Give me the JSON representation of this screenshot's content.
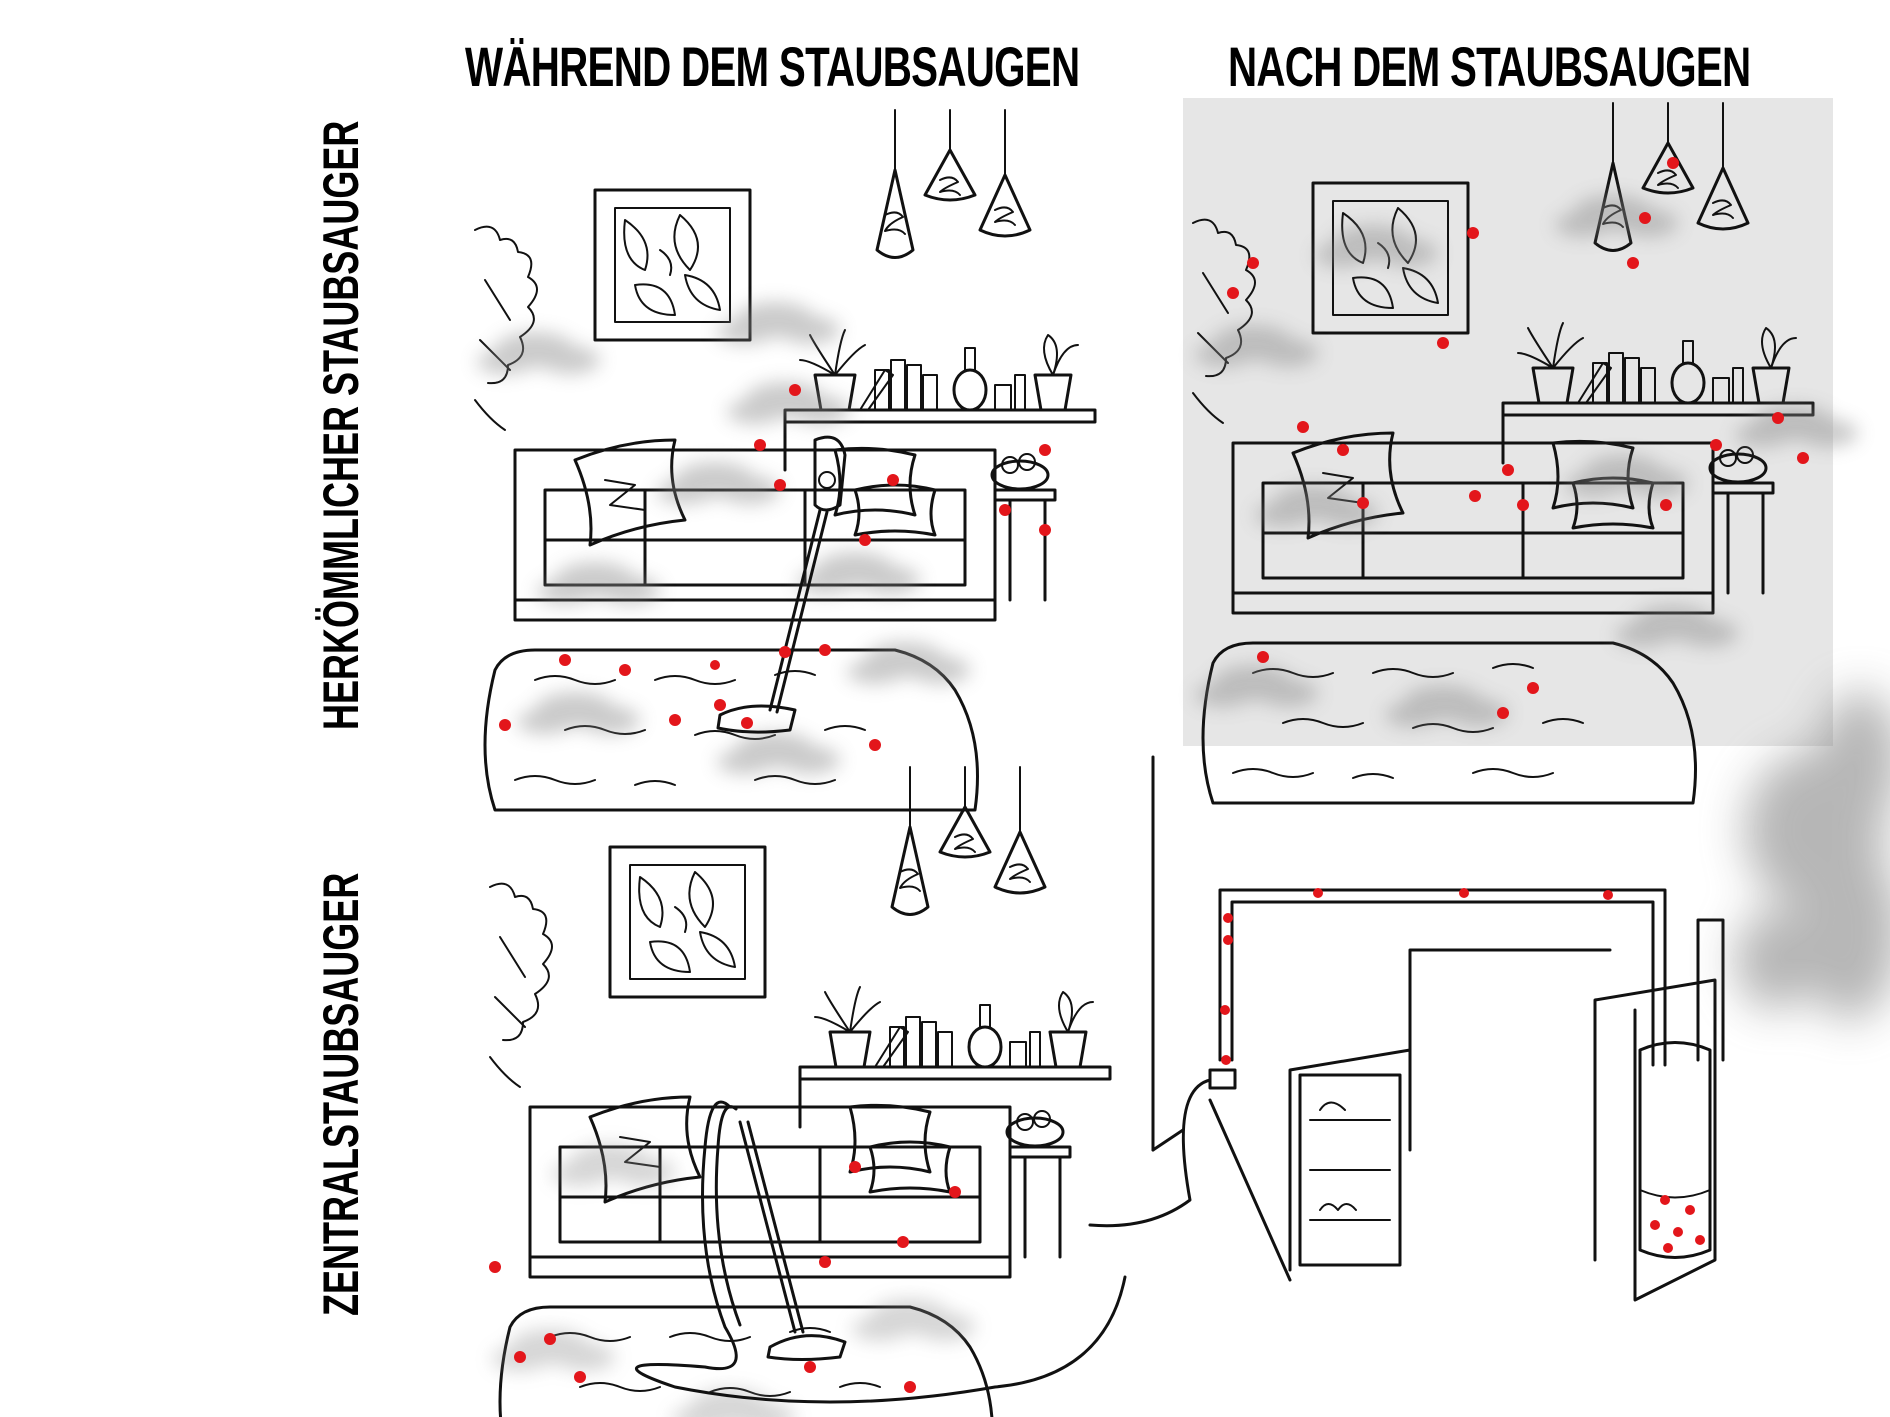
{
  "headers": {
    "during": "WÄHREND DEM STAUBSAUGEN",
    "after": "NACH DEM STAUBSAUGEN"
  },
  "row_labels": {
    "conventional": "HERKÖMMLICHER STAUBSAUGER",
    "central": "ZENTRALSTAUBSAUGER"
  },
  "colors": {
    "dust_particle": "#e3161b",
    "dust_cloud": "#7a7a7a",
    "haze": "#e6e6e6",
    "line": "#111111"
  },
  "icons": {
    "handheld": "stick-vacuum-icon",
    "central": "central-vacuum-unit-icon"
  }
}
